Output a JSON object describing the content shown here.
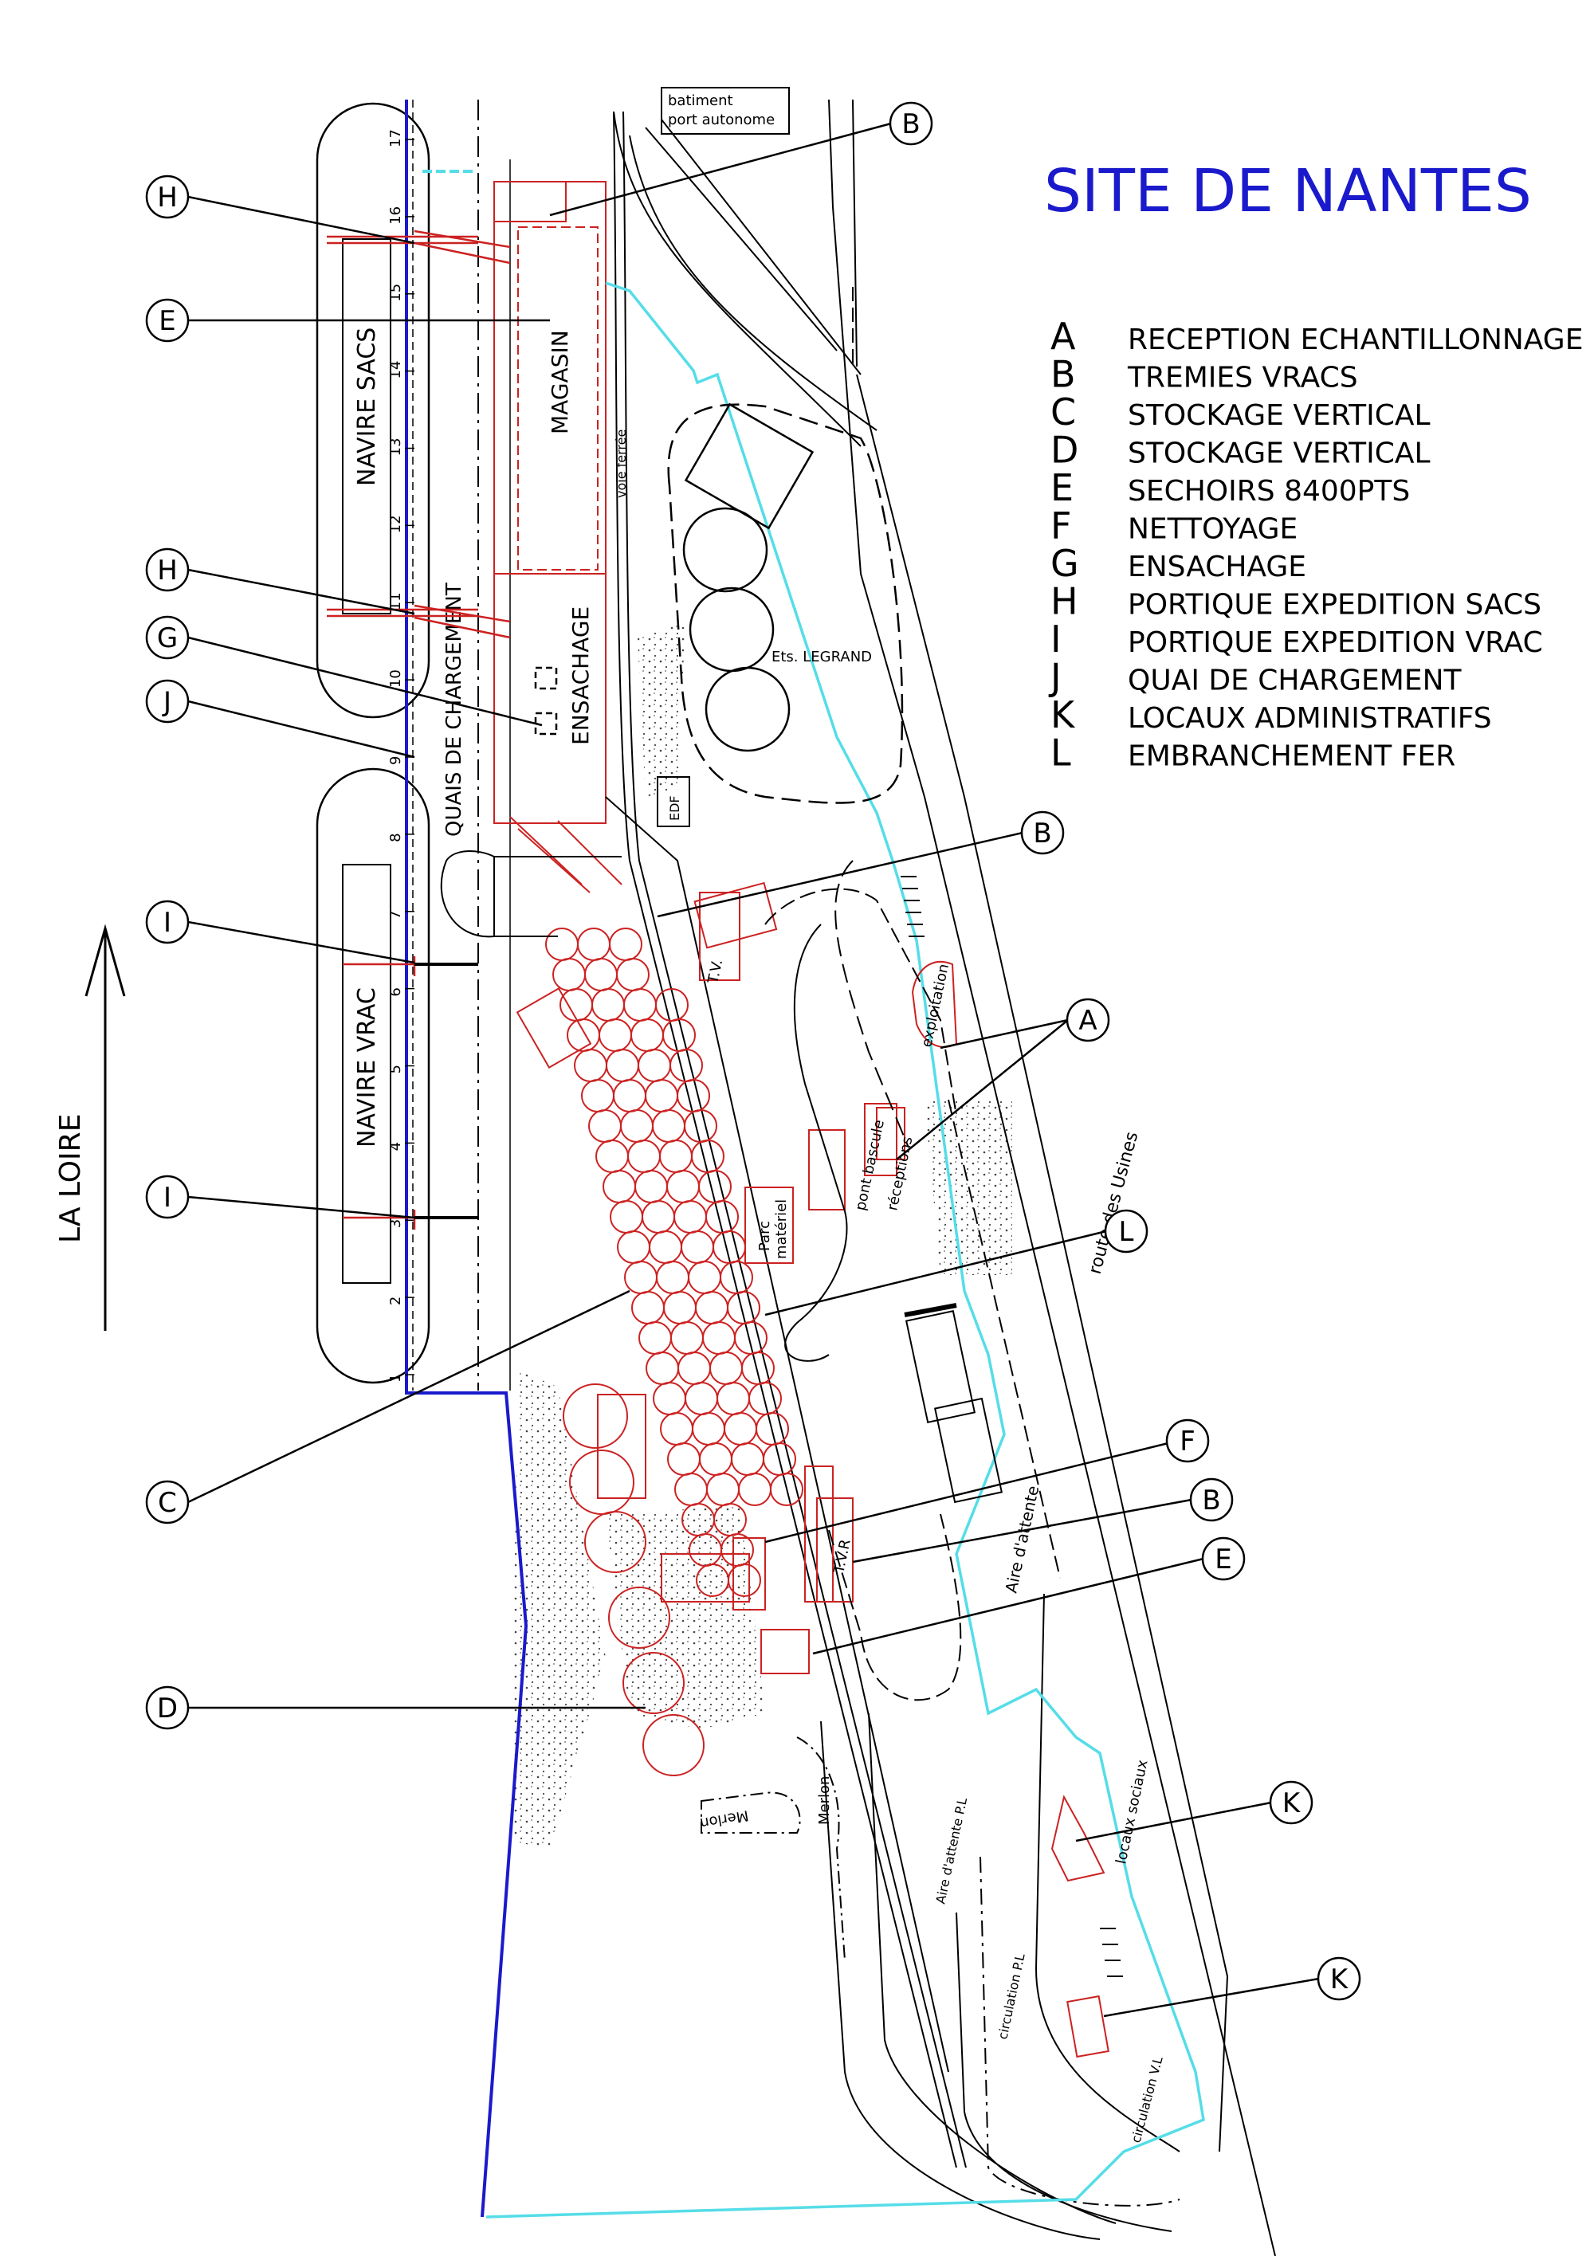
{
  "title": "SITE DE NANTES",
  "legend": [
    {
      "letter": "A",
      "text": "RECEPTION ECHANTILLONNAGE"
    },
    {
      "letter": "B",
      "text": "TREMIES VRACS"
    },
    {
      "letter": "C",
      "text": "STOCKAGE VERTICAL"
    },
    {
      "letter": "D",
      "text": "STOCKAGE VERTICAL"
    },
    {
      "letter": "E",
      "text": "SECHOIRS 8400PTS"
    },
    {
      "letter": "F",
      "text": "NETTOYAGE"
    },
    {
      "letter": "G",
      "text": "ENSACHAGE"
    },
    {
      "letter": "H",
      "text": "PORTIQUE EXPEDITION SACS"
    },
    {
      "letter": "I",
      "text": "PORTIQUE EXPEDITION VRAC"
    },
    {
      "letter": "J",
      "text": "QUAI DE CHARGEMENT"
    },
    {
      "letter": "K",
      "text": "LOCAUX ADMINISTRATIFS"
    },
    {
      "letter": "L",
      "text": "EMBRANCHEMENT FER"
    }
  ],
  "callouts": {
    "H1": "H",
    "E1": "E",
    "H2": "H",
    "G": "G",
    "J": "J",
    "I1": "I",
    "I2": "I",
    "C": "C",
    "D": "D",
    "B1": "B",
    "B2": "B",
    "B3": "B",
    "A": "A",
    "L": "L",
    "F": "F",
    "E2": "E",
    "K1": "K",
    "K2": "K"
  },
  "labels": {
    "river": "LA LOIRE",
    "ship_bags": "NAVIRE SACS",
    "ship_bulk": "NAVIRE VRAC",
    "quay": "QUAIS DE CHARGEMENT",
    "warehouse": "MAGASIN",
    "bagging": "ENSACHAGE",
    "port_building_1": "batiment",
    "port_building_2": "port autonome",
    "railway": "voie ferrée",
    "legrand": "Ets. LEGRAND",
    "edf": "EDF",
    "tv": "T.V.",
    "tvr": "T.V.R",
    "exploitation": "exploitation",
    "reception": "réceptions",
    "weighbridge": "pont bascule",
    "park_1": "Parc",
    "park_2": "matériel",
    "road": "route des Usines",
    "waiting_area": "Aire d'attente",
    "truck_waiting": "Aire d'attente P.L",
    "truck_circulation": "circulation P.L",
    "vl_circulation": "circulation V.L",
    "social": "locaux sociaux",
    "merlon_1": "Merlon",
    "merlon_2": "Merlon"
  },
  "quay_numbers": [
    "1",
    "2",
    "3",
    "4",
    "5",
    "6",
    "7",
    "8",
    "9",
    "10",
    "11",
    "12",
    "13",
    "14",
    "15",
    "16",
    "17"
  ],
  "colors": {
    "installations": "#cc2222",
    "river_edge": "#1a1acc",
    "site_boundary": "#55dde8",
    "title": "#1a1acc",
    "lines": "#000000"
  }
}
